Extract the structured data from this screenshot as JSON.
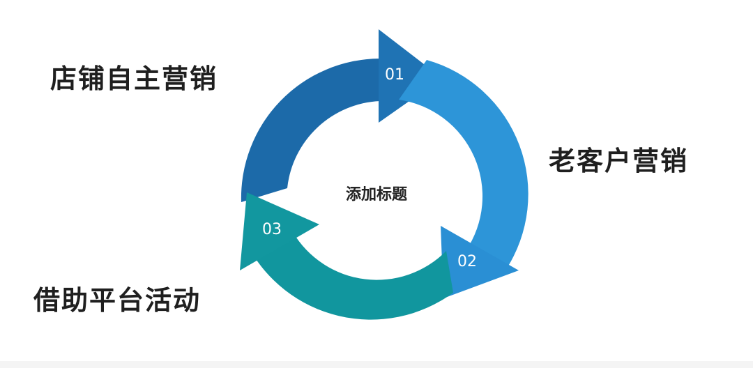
{
  "center_title": "添加标题",
  "steps": [
    {
      "number": "01",
      "label": "店铺自主营销",
      "color": "#1c6aa9",
      "arrow_color": "#1f73b4"
    },
    {
      "number": "02",
      "label": "老客户营销",
      "color": "#2d95d8",
      "arrow_color": "#2a8fd4"
    },
    {
      "number": "03",
      "label": "借助平台活动",
      "color": "#11969e",
      "arrow_color": "#12979f"
    }
  ]
}
